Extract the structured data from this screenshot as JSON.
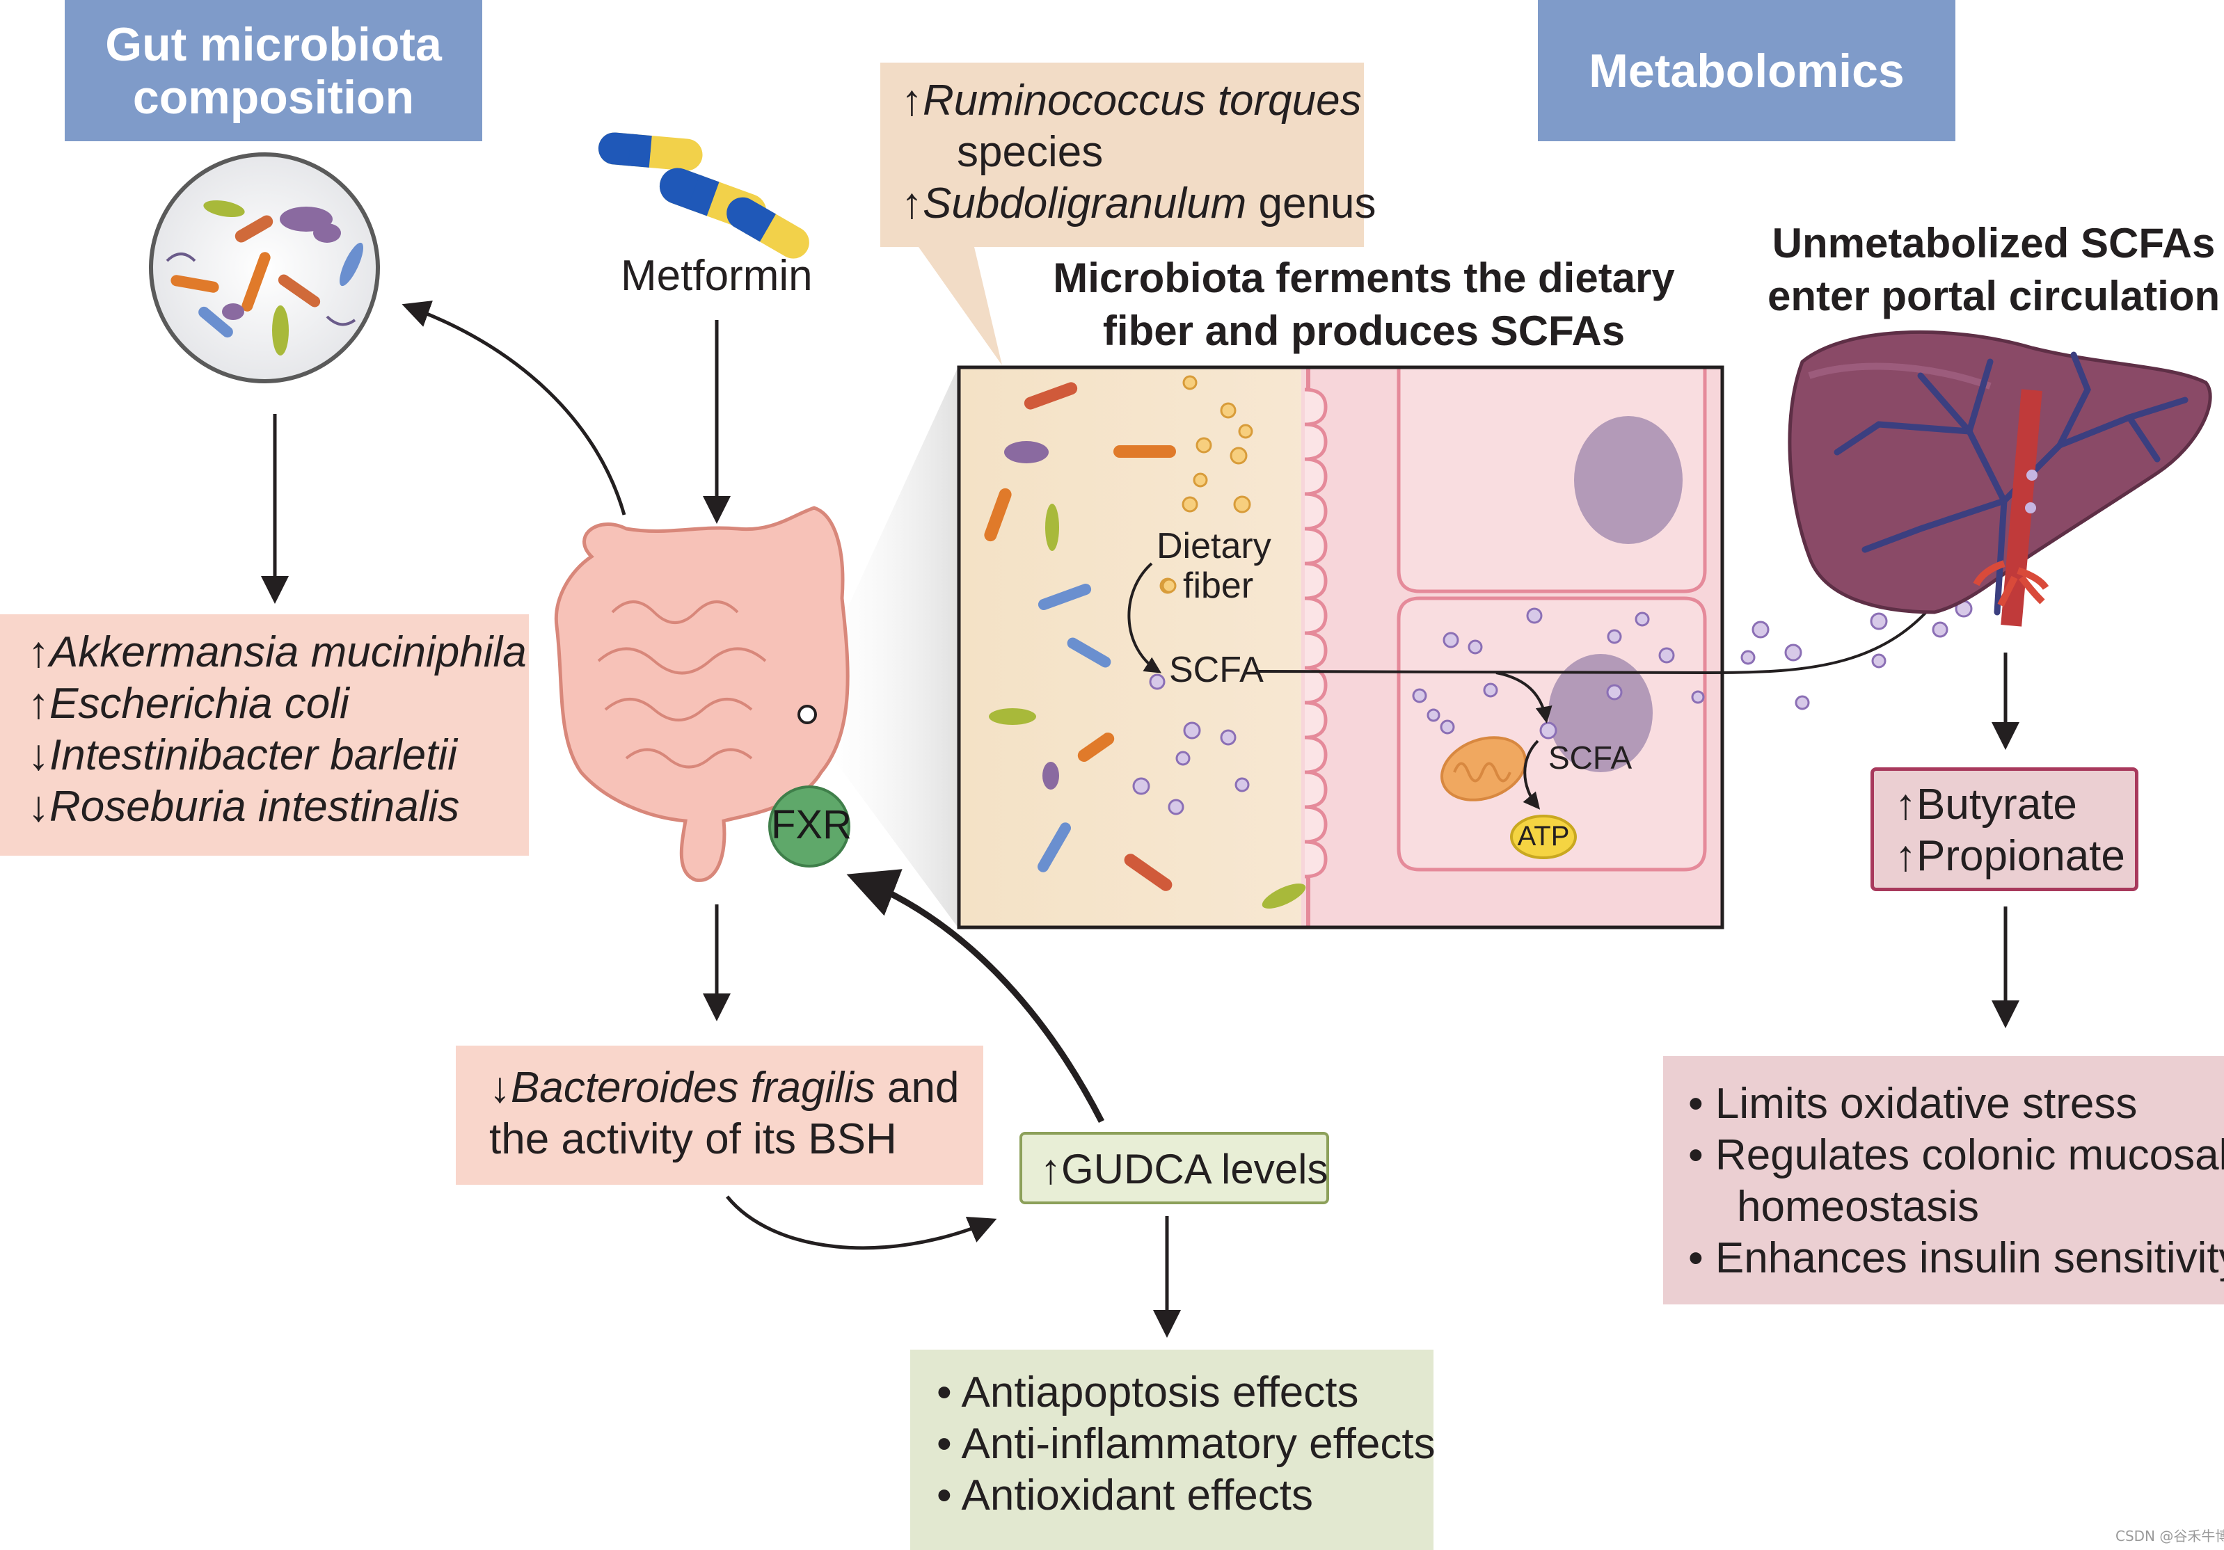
{
  "headers": {
    "gut_composition": [
      "Gut microbiota",
      "composition"
    ],
    "metabolomics": "Metabolomics"
  },
  "metformin": "Metformin",
  "ferment_title": [
    "Microbiota ferments the dietary",
    "fiber and produces SCFAs"
  ],
  "portal_title": [
    "Unmetabolized SCFAs",
    "enter portal circulation"
  ],
  "tan_box": {
    "line1_arrow": "↑",
    "line1_italic": "Ruminococcus torques",
    "line2": "species",
    "line3_arrow": "↑",
    "line3_italic": "Subdoligranulum",
    "line3_rest": " genus"
  },
  "composition_changes": [
    {
      "arrow": "↑",
      "name": "Akkermansia muciniphila"
    },
    {
      "arrow": "↑",
      "name": "Escherichia coli"
    },
    {
      "arrow": "↓",
      "name": "Intestinibacter barletii"
    },
    {
      "arrow": "↓",
      "name": "Roseburia intestinalis"
    }
  ],
  "bacteroides_box": {
    "arrow": "↓",
    "italic": "Bacteroides fragilis",
    "rest": " and",
    "line2": "the activity of its BSH"
  },
  "gudca": "↑GUDCA levels",
  "fxr": "FXR",
  "green_effects": [
    "• Antiapoptosis effects",
    "• Anti-inflammatory effects",
    "• Antioxidant effects"
  ],
  "scfa_levels": [
    "↑Butyrate",
    "↑Propionate"
  ],
  "scfa_effects": [
    "• Limits oxidative stress",
    "• Regulates colonic mucosal",
    "homeostasis",
    "• Enhances insulin sensitivity"
  ],
  "inset_labels": {
    "dietary": "Dietary",
    "fiber": "fiber",
    "scfa": "SCFA",
    "scfa2": "SCFA",
    "atp": "ATP"
  },
  "watermark": "CSDN @谷禾牛博",
  "colors": {
    "header_blue": "#7f9bc9",
    "pink_box": "#f9d6cb",
    "tan_box": "#f2dcc6",
    "green_box": "#e2e8d0",
    "rose_box": "#ebcfd2",
    "fxr_green": "#5fa86a",
    "liver": "#8a4a67"
  }
}
